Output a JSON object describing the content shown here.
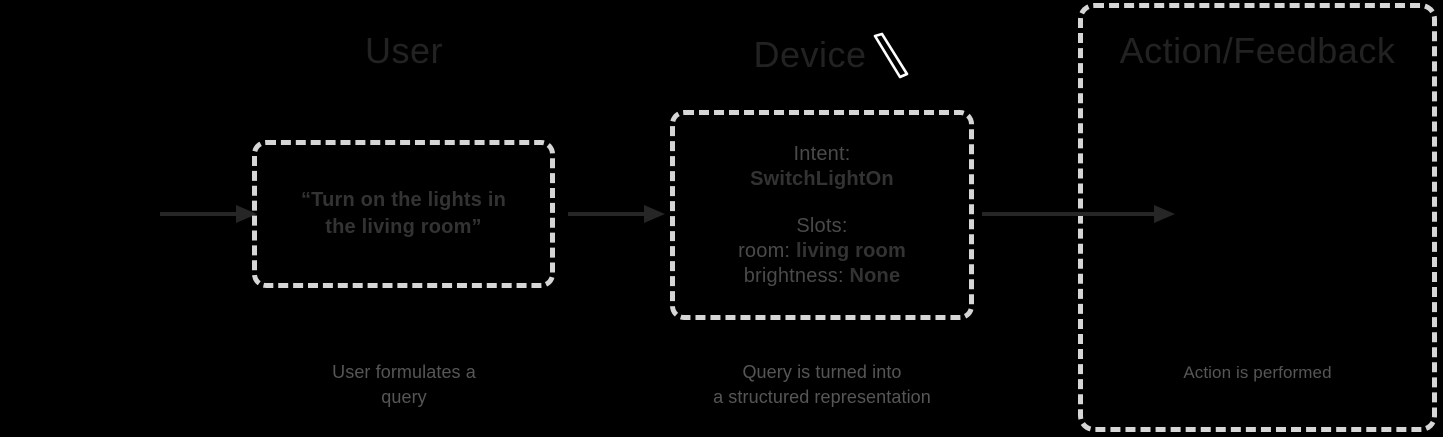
{
  "diagram": {
    "title": "Voice assistant query pipeline",
    "background_color": "#000000",
    "dash_color": "#d6d6d6",
    "header_color": "#222222",
    "caption_color": "#565656",
    "arrow_color": "#262626"
  },
  "columns": [
    {
      "key": "user",
      "header": "User",
      "box_text": "“Turn on the lights in the living room”",
      "caption": "User formulates a\nquery"
    },
    {
      "key": "device",
      "header": "Device",
      "icon": "device-slab-icon",
      "caption": "Query is turned into\na structured representation"
    },
    {
      "key": "action",
      "header": "Action/Feedback",
      "caption": "Action is performed"
    }
  ],
  "device_box": {
    "intent_label": "Intent:",
    "intent_value": "SwitchLightOn",
    "slots_label": "Slots:",
    "slots": [
      {
        "name": "room:",
        "value": "living room"
      },
      {
        "name": "brightness:",
        "value": "None"
      }
    ]
  },
  "arrows": [
    {
      "name": "arrow-input-to-user",
      "label": ""
    },
    {
      "name": "arrow-user-to-device",
      "label": ""
    },
    {
      "name": "arrow-device-to-action",
      "label": ""
    }
  ],
  "captions": {
    "user_line1": "User formulates a",
    "user_line2": "query",
    "device_line1": "Query is turned into",
    "device_line2": "a structured representation",
    "action_line1": "Action is performed"
  },
  "box_text": {
    "user_line1": "“Turn on the lights in",
    "user_line2": "the living room”"
  }
}
